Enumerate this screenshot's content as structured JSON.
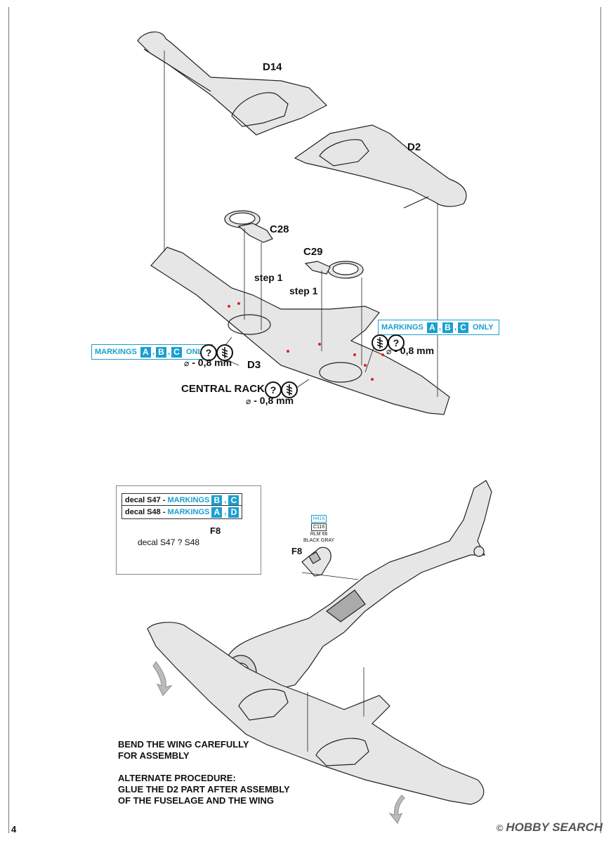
{
  "parts": {
    "d14": "D14",
    "d2": "D2",
    "c28": "C28",
    "c29": "C29",
    "d3": "D3",
    "f8_inset": "F8",
    "f8_main": "F8"
  },
  "steps": {
    "step_left": "step 1",
    "step_right": "step 1"
  },
  "markings_right": {
    "text": "MARKINGS",
    "a": "A",
    "b": "B",
    "c": "C",
    "sep": ",",
    "suffix": "ONLY"
  },
  "markings_left": {
    "text": "MARKINGS",
    "a": "A",
    "b": "B",
    "c": "C",
    "sep": ",",
    "suffix": "ONLY"
  },
  "drill": {
    "right": "- 0,8 mm",
    "left": "- 0,8 mm",
    "central": "- 0,8 mm",
    "dia_symbol": "⌀",
    "question": "?"
  },
  "central_rack": "CENTRAL RACK",
  "decal_box": {
    "row1_prefix": "decal S47 -",
    "row1_markings": "MARKINGS",
    "row1_a": "B",
    "row1_b": "C",
    "row2_prefix": "decal S48 -",
    "row2_markings": "MARKINGS",
    "row2_a": "A",
    "row2_b": "D",
    "sep": ",",
    "label": "decal S47 ? S48"
  },
  "color_tag": {
    "h": "H416",
    "c": "C116",
    "rlm": "RLM 66",
    "name": "BLACK GRAY"
  },
  "notes": {
    "line1": "BEND THE WING CAREFULLY",
    "line2": "FOR ASSEMBLY",
    "line3": "ALTERNATE PROCEDURE:",
    "line4": "GLUE THE D2 PART AFTER ASSEMBLY",
    "line5": "OF THE FUSELAGE AND THE WING"
  },
  "page_number": "4",
  "watermark": {
    "copyright": "©",
    "brand": "HOBBY SEARCH"
  }
}
